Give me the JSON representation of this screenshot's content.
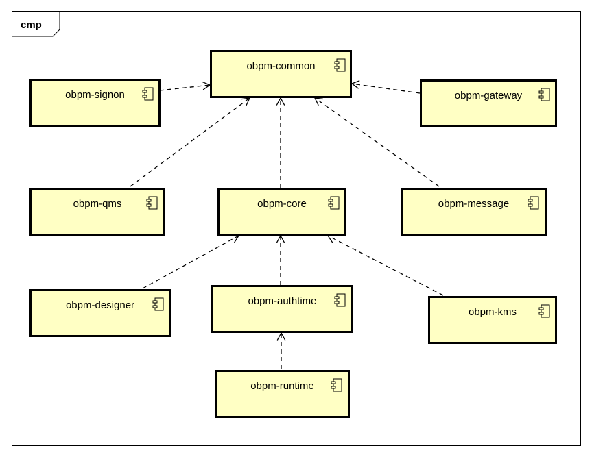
{
  "frame": {
    "label": "cmp"
  },
  "colors": {
    "component_fill": "#ffffc4",
    "stroke": "#000000"
  },
  "icon": "component-icon",
  "components": {
    "common": {
      "label": "obpm-common"
    },
    "signon": {
      "label": "obpm-signon"
    },
    "gateway": {
      "label": "obpm-gateway"
    },
    "qms": {
      "label": "obpm-qms"
    },
    "core": {
      "label": "obpm-core"
    },
    "message": {
      "label": "obpm-message"
    },
    "designer": {
      "label": "obpm-designer"
    },
    "authtime": {
      "label": "obpm-authtime"
    },
    "kms": {
      "label": "obpm-kms"
    },
    "runtime": {
      "label": "obpm-runtime"
    }
  },
  "dependencies": [
    {
      "from": "signon",
      "to": "common"
    },
    {
      "from": "gateway",
      "to": "common"
    },
    {
      "from": "qms",
      "to": "common"
    },
    {
      "from": "core",
      "to": "common"
    },
    {
      "from": "message",
      "to": "common"
    },
    {
      "from": "designer",
      "to": "core"
    },
    {
      "from": "authtime",
      "to": "core"
    },
    {
      "from": "kms",
      "to": "core"
    },
    {
      "from": "runtime",
      "to": "authtime"
    }
  ]
}
